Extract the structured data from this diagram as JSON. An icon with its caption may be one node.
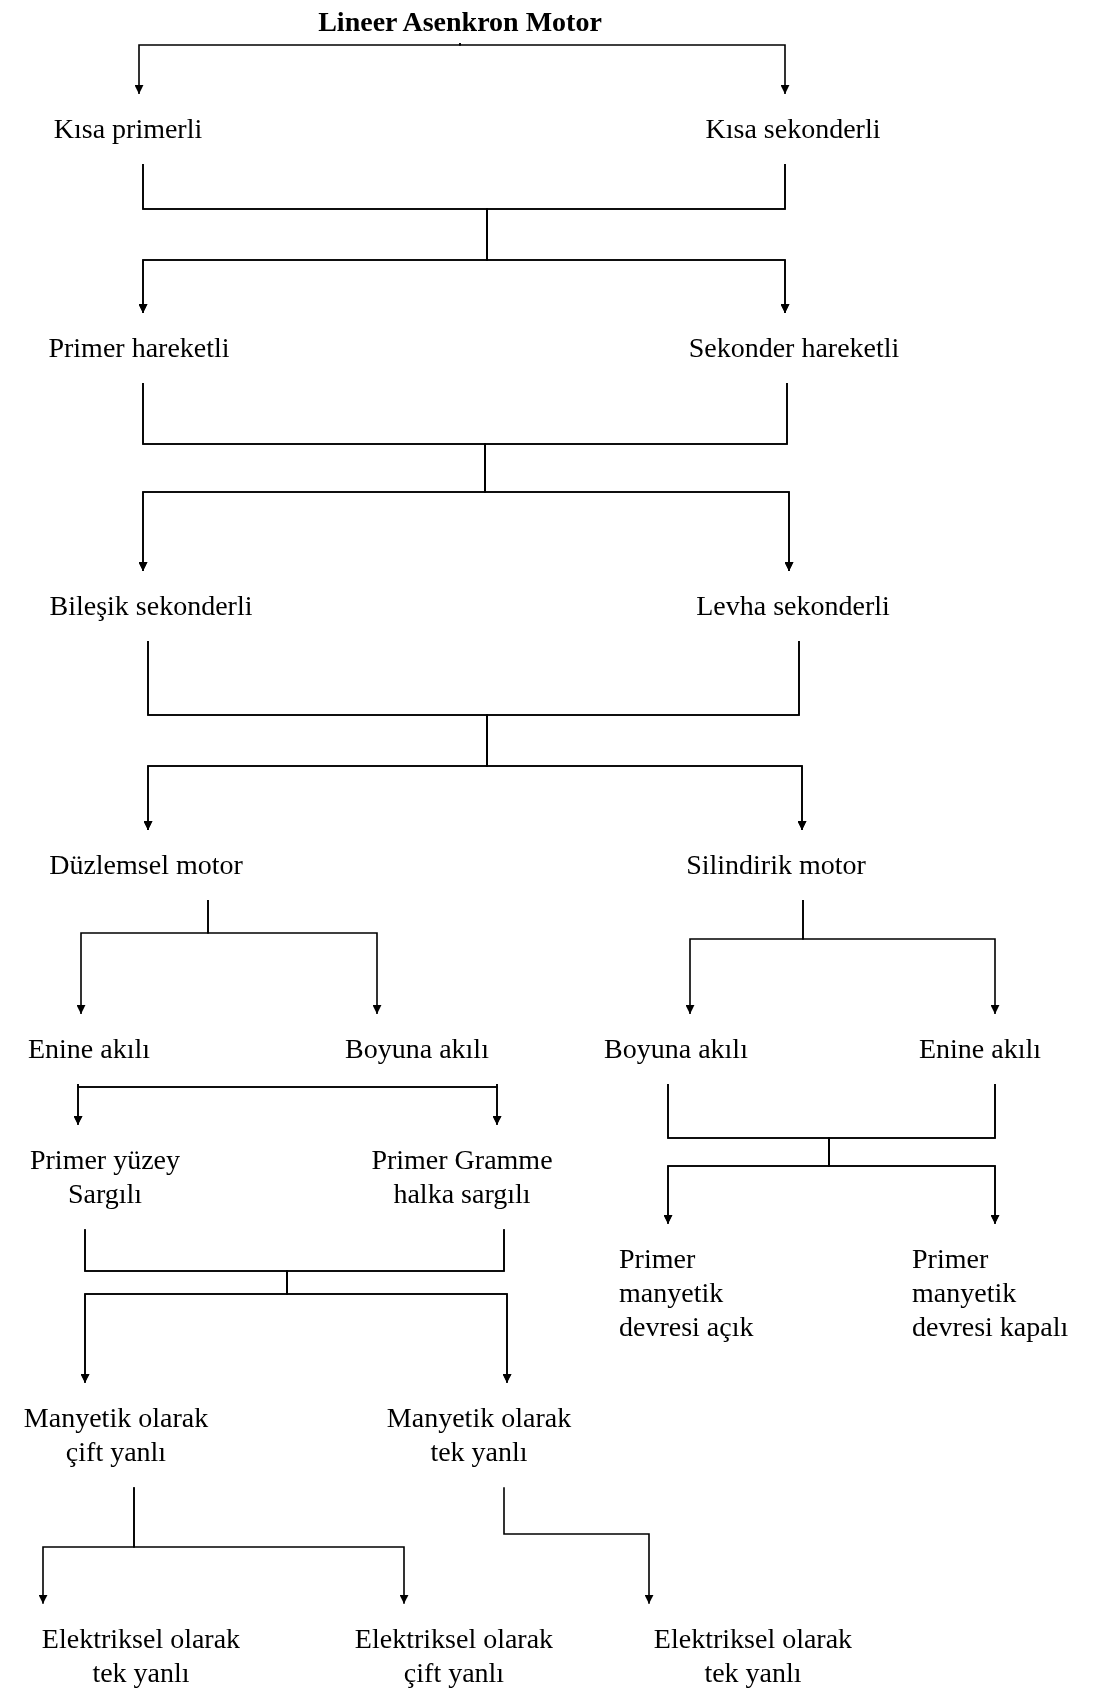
{
  "diagram": {
    "nodes": [
      {
        "text": [
          "Lineer Asenkron Motor"
        ]
      },
      {
        "text": [
          "Kısa primerli"
        ]
      },
      {
        "text": [
          "Kısa sekonderli"
        ]
      },
      {
        "text": [
          "Primer hareketli"
        ]
      },
      {
        "text": [
          "Sekonder hareketli"
        ]
      },
      {
        "text": [
          "Bileşik sekonderli"
        ]
      },
      {
        "text": [
          "Levha sekonderli"
        ]
      },
      {
        "text": [
          "Düzlemsel motor"
        ]
      },
      {
        "text": [
          "Silindirik motor"
        ]
      },
      {
        "text": [
          "Enine akılı"
        ]
      },
      {
        "text": [
          "Boyuna akılı"
        ]
      },
      {
        "text": [
          "Boyuna akılı"
        ]
      },
      {
        "text": [
          "Enine akılı"
        ]
      },
      {
        "text": [
          "Primer yüzey Sargılı"
        ]
      },
      {
        "text": [
          "Primer Gramme halka sargılı"
        ]
      },
      {
        "text": [
          "Primer manyetik devresi açık"
        ]
      },
      {
        "text": [
          "Primer manyetik devresi kapalı"
        ]
      },
      {
        "text": [
          "Manyetik olarak çift yanlı"
        ]
      },
      {
        "text": [
          "Manyetik olarak tek yanlı"
        ]
      },
      {
        "text": [
          "Elektriksel olarak tek yanlı"
        ]
      },
      {
        "text": [
          "Elektriksel olarak çift yanlı"
        ]
      },
      {
        "text": [
          "Elektriksel olarak tek yanlı"
        ]
      }
    ],
    "edges": [
      {
        "from": 0,
        "to": 1,
        "arrow": "to"
      },
      {
        "from": 0,
        "to": 2,
        "arrow": "to"
      },
      {
        "from": 1,
        "to": 3,
        "arrow": "to"
      },
      {
        "from": 1,
        "to": 4,
        "arrow": "to"
      },
      {
        "from": 2,
        "to": 3,
        "arrow": "to"
      },
      {
        "from": 2,
        "to": 4,
        "arrow": "to"
      },
      {
        "from": 3,
        "to": 5,
        "arrow": "to"
      },
      {
        "from": 3,
        "to": 6,
        "arrow": "to"
      },
      {
        "from": 4,
        "to": 5,
        "arrow": "to"
      },
      {
        "from": 4,
        "to": 6,
        "arrow": "to"
      },
      {
        "from": 5,
        "to": 7,
        "arrow": "to"
      },
      {
        "from": 5,
        "to": 8,
        "arrow": "to"
      },
      {
        "from": 6,
        "to": 7,
        "arrow": "to"
      },
      {
        "from": 6,
        "to": 8,
        "arrow": "to"
      },
      {
        "from": 7,
        "to": 9,
        "arrow": "to"
      },
      {
        "from": 7,
        "to": 10,
        "arrow": "to"
      },
      {
        "from": 8,
        "to": 11,
        "arrow": "to"
      },
      {
        "from": 8,
        "to": 12,
        "arrow": "to"
      },
      {
        "from": 9,
        "to": 13,
        "arrow": "to"
      },
      {
        "from": 9,
        "to": 14,
        "arrow": "to"
      },
      {
        "from": 10,
        "to": 13,
        "arrow": "to"
      },
      {
        "from": 10,
        "to": 14,
        "arrow": "to"
      },
      {
        "from": 11,
        "to": 15,
        "arrow": "to"
      },
      {
        "from": 11,
        "to": 16,
        "arrow": "to"
      },
      {
        "from": 12,
        "to": 15,
        "arrow": "to"
      },
      {
        "from": 12,
        "to": 16,
        "arrow": "to"
      },
      {
        "from": 13,
        "to": 17,
        "arrow": "to"
      },
      {
        "from": 13,
        "to": 18,
        "arrow": "to"
      },
      {
        "from": 14,
        "to": 17,
        "arrow": "to"
      },
      {
        "from": 14,
        "to": 18,
        "arrow": "to"
      },
      {
        "from": 17,
        "to": 19,
        "arrow": "to"
      },
      {
        "from": 17,
        "to": 20,
        "arrow": "to"
      },
      {
        "from": 18,
        "to": 21,
        "arrow": "to"
      }
    ]
  }
}
